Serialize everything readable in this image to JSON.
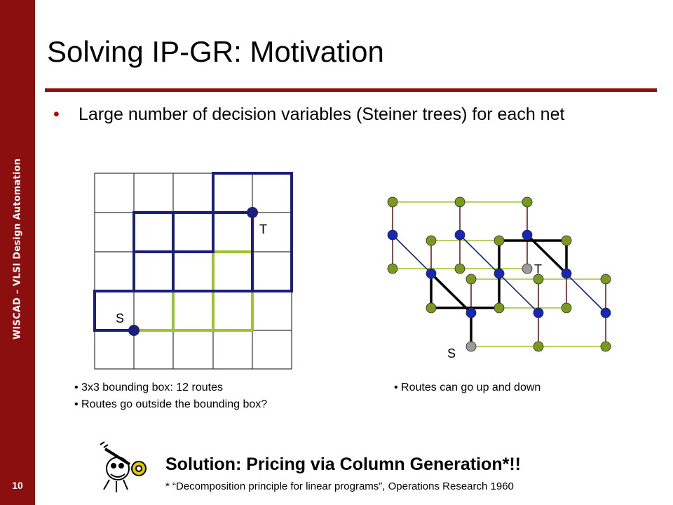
{
  "sidebar": {
    "vertical_text": "WISCAD – VLSI Design Automation",
    "slide_number": "10"
  },
  "title": "Solving IP-GR: Motivation",
  "bullets": [
    "Large number of decision variables (Steiner trees) for each net"
  ],
  "left_diagram": {
    "source_label": "S",
    "target_label": "T"
  },
  "right_diagram": {
    "source_label": "S",
    "target_label": "T"
  },
  "notes_left": [
    "3x3 bounding box: 12 routes",
    "Routes go outside the bounding box?"
  ],
  "notes_right": [
    "Routes can go up and down"
  ],
  "solution": {
    "heading": "Solution: Pricing via Column Generation*!!",
    "footnote": "* “Decomposition principle for linear programs”, Operations Research 1960"
  },
  "colors": {
    "sidebar": "#8b0f0f",
    "route_blue": "#1a1f7a",
    "route_green": "#9dc332",
    "node_green": "#7a9a1e",
    "node_blue": "#1727b5",
    "node_gray": "#9a9a9a"
  },
  "icons": [
    "cartoon-key-icon"
  ]
}
